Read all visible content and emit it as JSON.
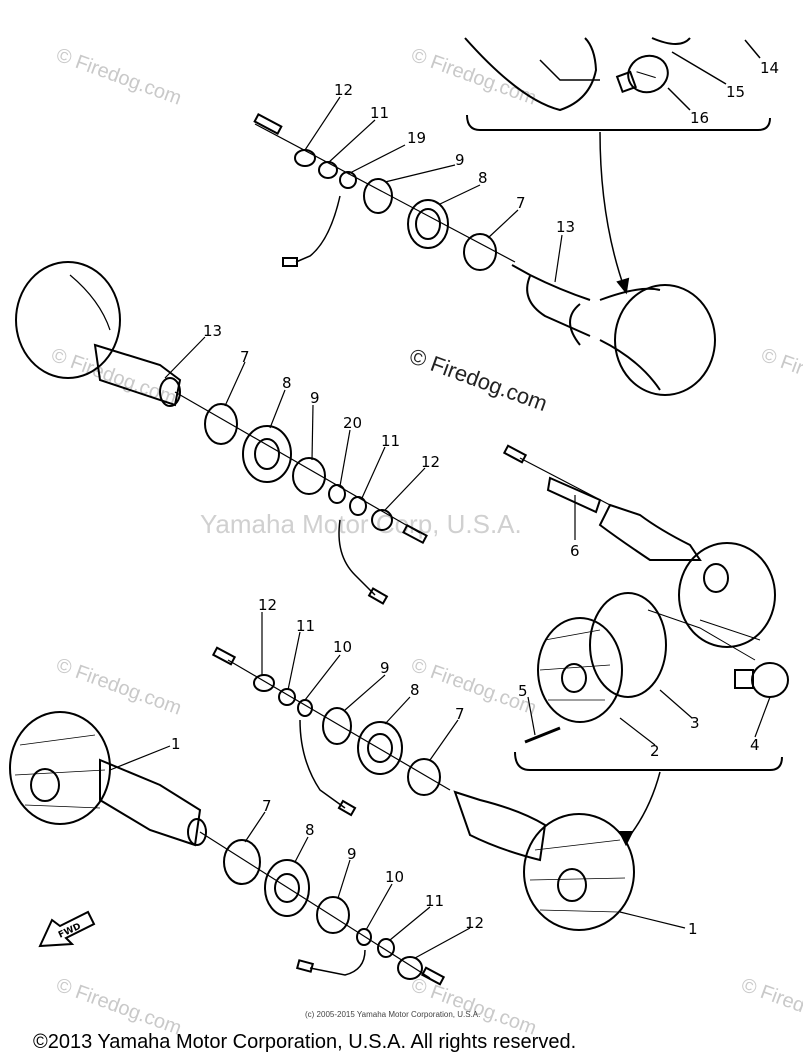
{
  "watermark": {
    "main": "© Firedog.com",
    "repeat": "© Firedog.com",
    "yamaha": "Yamaha Motor Corp, U.S.A."
  },
  "callouts": {
    "c12a": "12",
    "c11a": "11",
    "c19": "19",
    "c9a": "9",
    "c8a": "8",
    "c7a": "7",
    "c13a": "13",
    "c14": "14",
    "c15": "15",
    "c16": "16",
    "c13b": "13",
    "c7b": "7",
    "c8b": "8",
    "c9b": "9",
    "c20": "20",
    "c11b": "11",
    "c12b": "12",
    "c6": "6",
    "c5": "5",
    "c3": "3",
    "c2": "2",
    "c4": "4",
    "c12c": "12",
    "c11c": "11",
    "c10a": "10",
    "c9c": "9",
    "c8c": "8",
    "c7c": "7",
    "c1a": "1",
    "c7d": "7",
    "c8d": "8",
    "c9d": "9",
    "c10b": "10",
    "c11d": "11",
    "c12d": "12",
    "c1b": "1"
  },
  "fwd_label": "FWD",
  "copyright_small": "(c) 2005-2015 Yamaha Motor Corporation, U.S.A.",
  "copyright": "©2013 Yamaha Motor Corporation, U.S.A. All rights reserved."
}
